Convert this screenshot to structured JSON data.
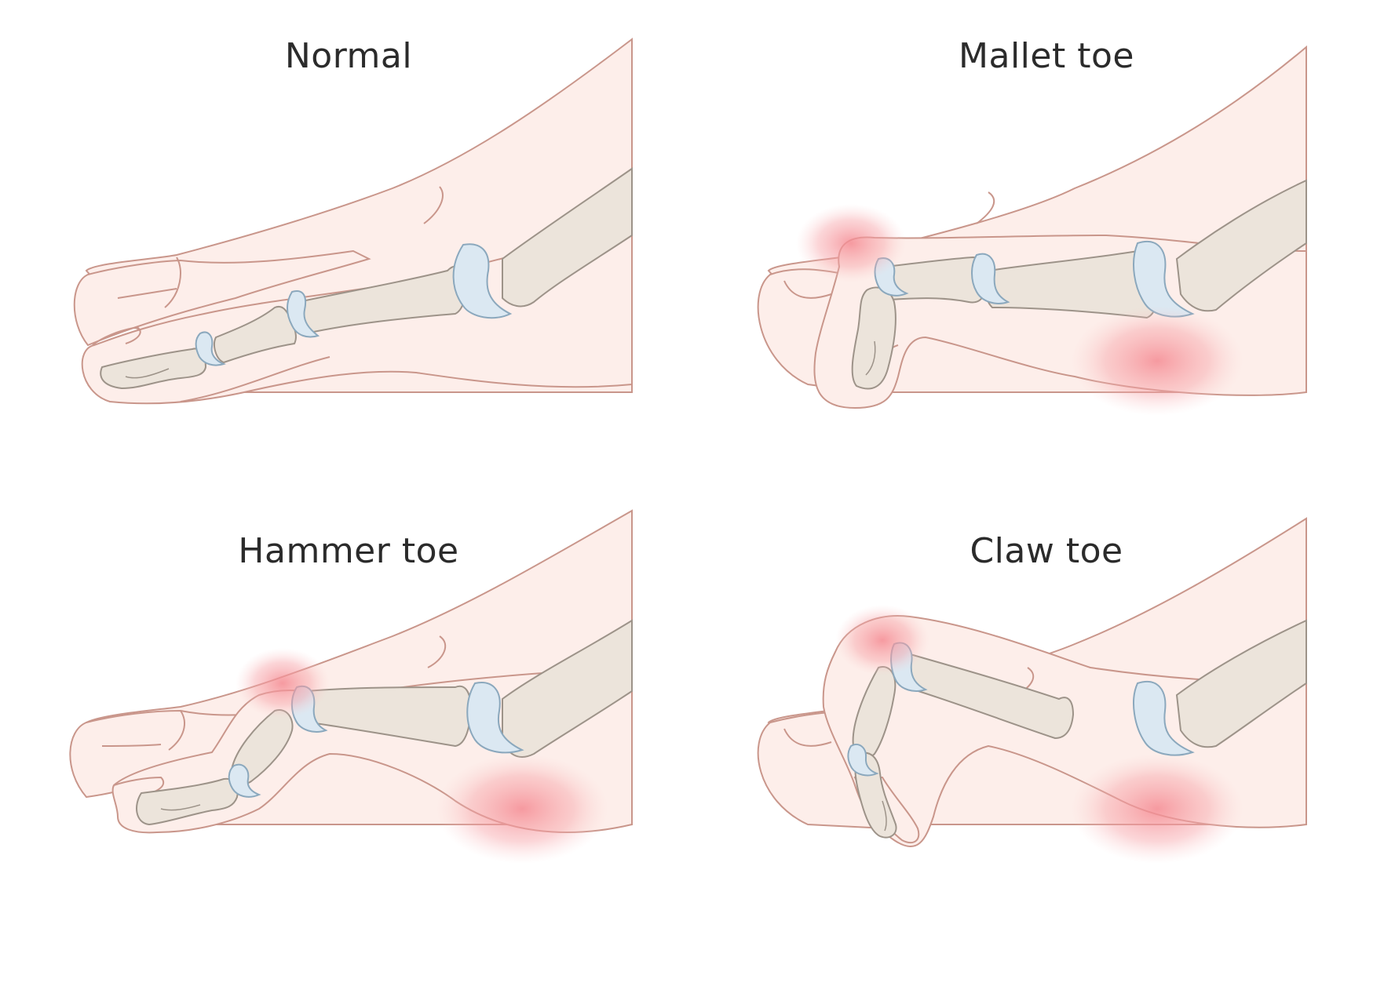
{
  "panels": {
    "normal": {
      "title": "Normal"
    },
    "mallet": {
      "title": "Mallet toe"
    },
    "hammer": {
      "title": "Hammer toe"
    },
    "claw": {
      "title": "Claw toe"
    }
  }
}
